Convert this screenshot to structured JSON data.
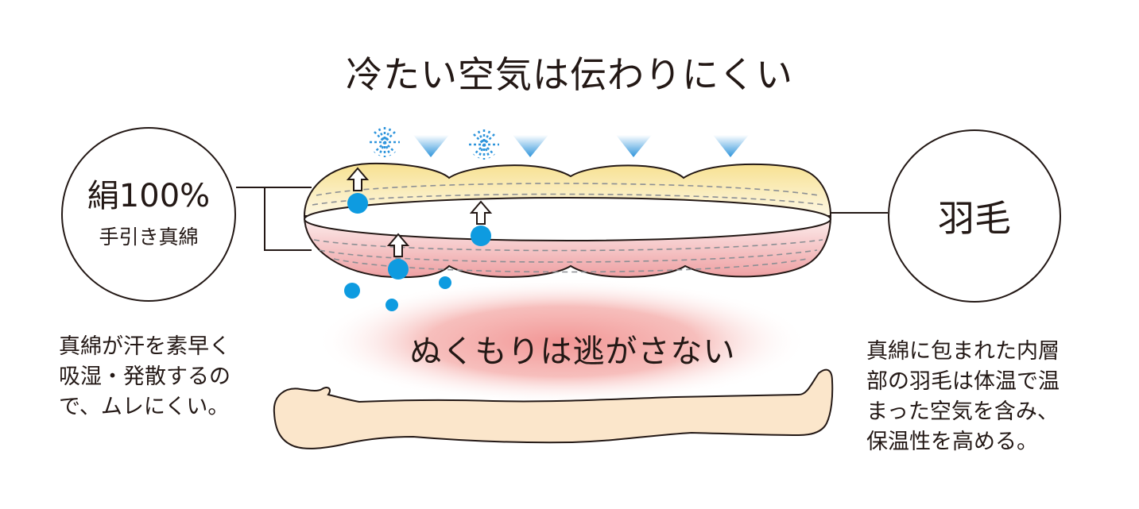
{
  "title": "冷たい空気は伝わりにくい",
  "left_circle": {
    "main": "絹100%",
    "sub": "手引き真綿"
  },
  "right_circle": {
    "main": "羽毛"
  },
  "warmth_label": "ぬくもりは逃がさない",
  "left_description": "真綿が汗を素早く\n吸湿・発散するの\nで、ムレにくい。",
  "right_description": "真綿に包まれた内層\n部の羽毛は体温で温\nまった空気を含み、\n保温性を高める。",
  "colors": {
    "cold_arrow": "#3aa0df",
    "moisture_dot": "#0e9be0",
    "upper_layer": "#f8e7a6",
    "lower_layer": "#f1a8aa",
    "warmth_glow": "#f1908f",
    "body": "#fbe6cb",
    "line": "#231815"
  },
  "icons": [
    "cold-arrow-icon",
    "cold-burst-icon",
    "moisture-arrow-icon",
    "moisture-drop-icon"
  ]
}
